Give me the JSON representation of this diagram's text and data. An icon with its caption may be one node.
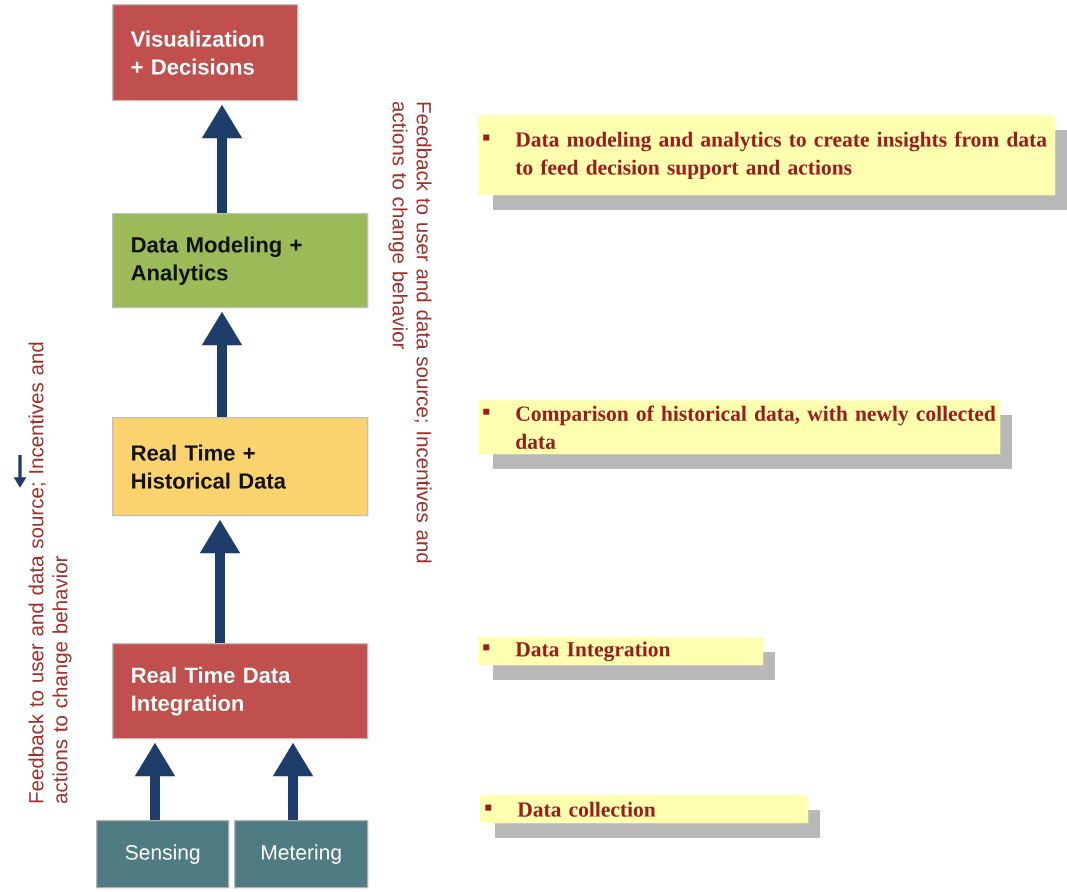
{
  "diagram": {
    "nodes": [
      {
        "text": [
          "Visualization + Decisions"
        ]
      },
      {
        "text": [
          "Data Modeling + Analytics"
        ]
      },
      {
        "text": [
          "Real Time + Historical Data"
        ]
      },
      {
        "text": [
          "Real Time Data Integration"
        ]
      },
      {
        "text": [
          "Sensing"
        ]
      },
      {
        "text": [
          "Metering"
        ]
      },
      {
        "text": [
          "Data modeling and analytics to create insights from data to feed decision support and actions"
        ]
      },
      {
        "text": [
          "Comparison of historical data, with newly collected data"
        ]
      },
      {
        "text": [
          "Data Integration"
        ]
      },
      {
        "text": [
          "Data collection"
        ]
      }
    ],
    "edges": [
      {
        "from": 4,
        "to": 3,
        "arrow": "to"
      },
      {
        "from": 5,
        "to": 3,
        "arrow": "to"
      },
      {
        "from": 3,
        "to": 2,
        "arrow": "to"
      },
      {
        "from": 2,
        "to": 1,
        "arrow": "to"
      },
      {
        "from": 1,
        "to": 0,
        "arrow": "to"
      }
    ],
    "labels": [
      "Feedback to user and data source; Incentives and actions to change behavior",
      "Feedback to user and data source; Incentives and actions to change behavior"
    ]
  }
}
